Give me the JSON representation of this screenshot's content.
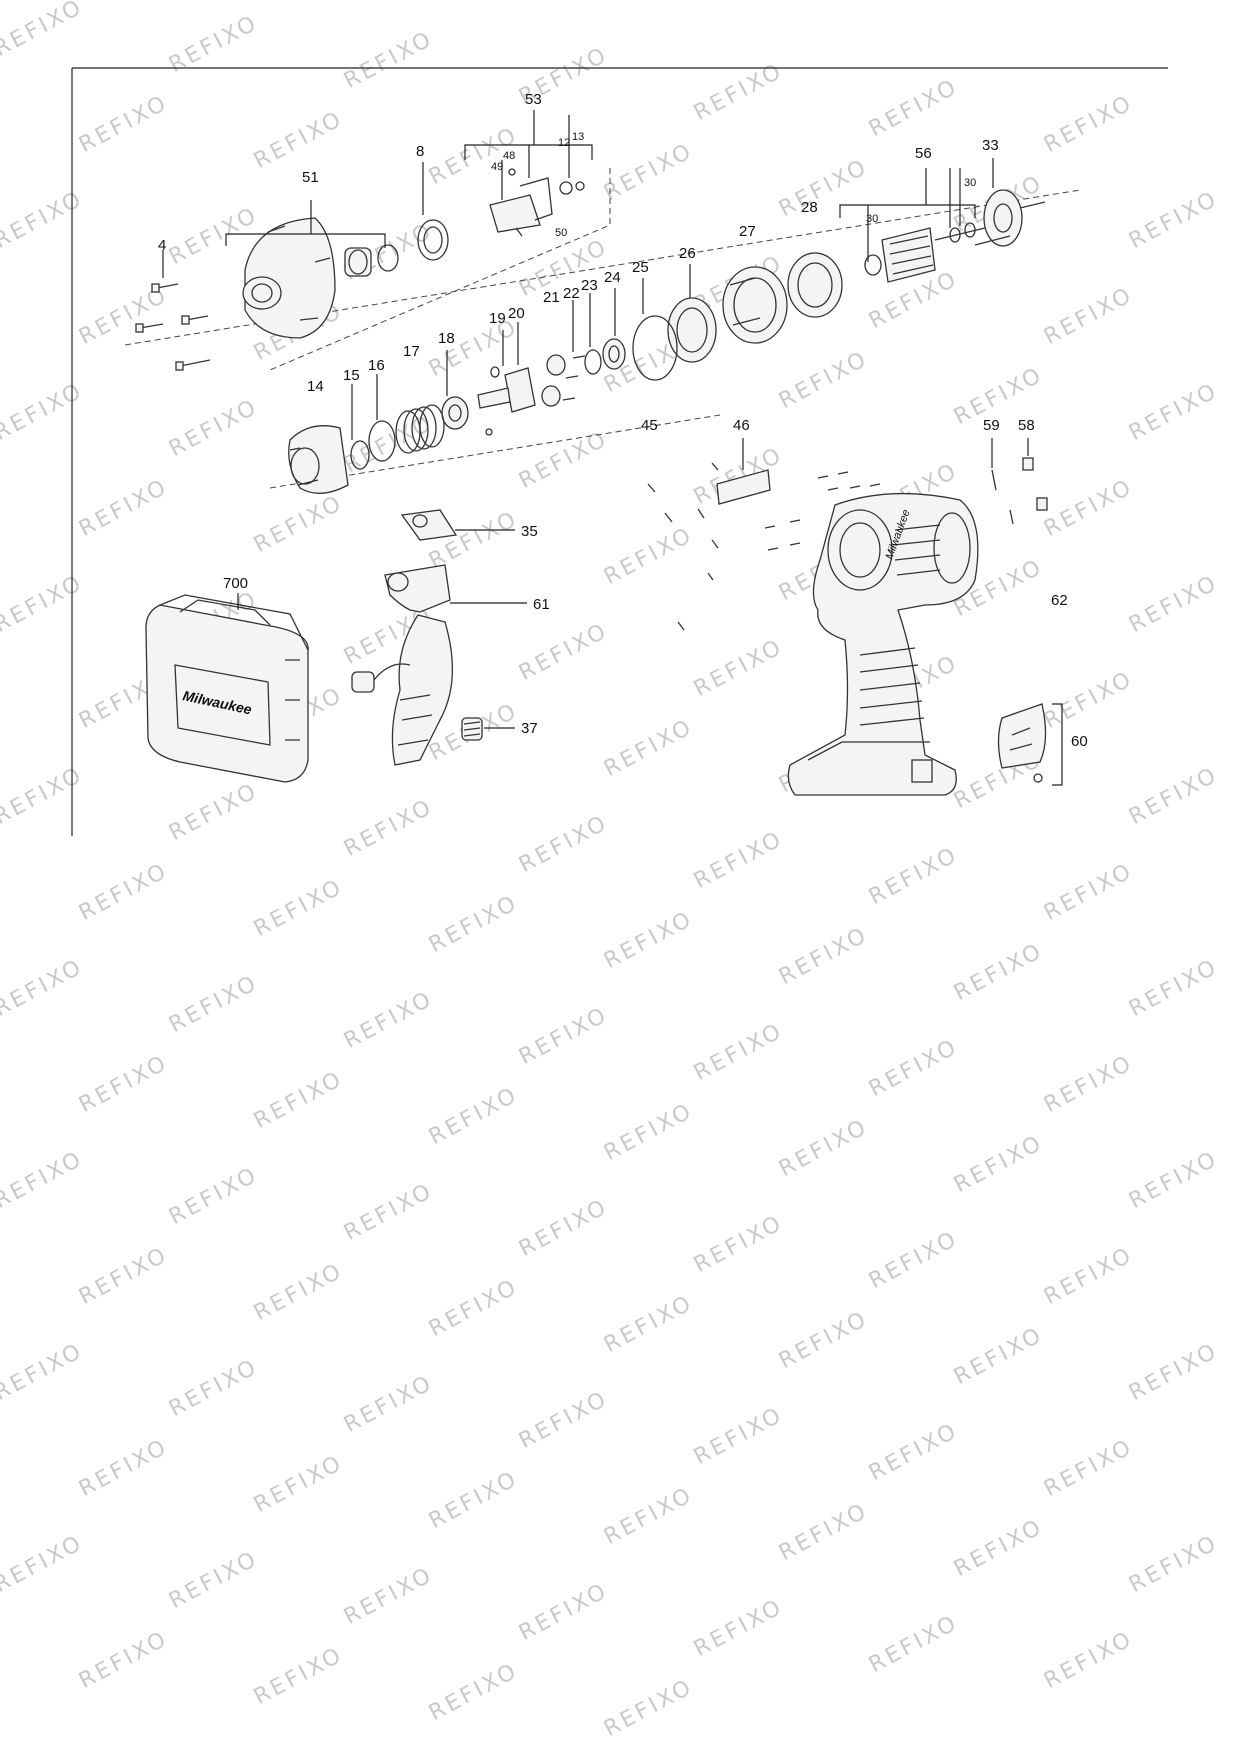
{
  "watermark": "REFIXO",
  "diagram": {
    "labels": {
      "p4": "4",
      "p51": "51",
      "p8": "8",
      "p53": "53",
      "p49": "49",
      "p48": "48",
      "p12": "12",
      "p13": "13",
      "p50": "50",
      "p56": "56",
      "p33": "33",
      "p30a": "30",
      "p30b": "30",
      "p28": "28",
      "p27": "27",
      "p26": "26",
      "p25": "25",
      "p24": "24",
      "p23": "23",
      "p22": "22",
      "p21": "21",
      "p20": "20",
      "p19": "19",
      "p18": "18",
      "p17": "17",
      "p16": "16",
      "p15": "15",
      "p14": "14",
      "p45": "45",
      "p46": "46",
      "p59": "59",
      "p58": "58",
      "p35": "35",
      "p700": "700",
      "p61": "61",
      "p62": "62",
      "p37": "37",
      "p60": "60"
    },
    "case_logo": "Milwaukee",
    "housing_logo": "Milwaukee"
  }
}
